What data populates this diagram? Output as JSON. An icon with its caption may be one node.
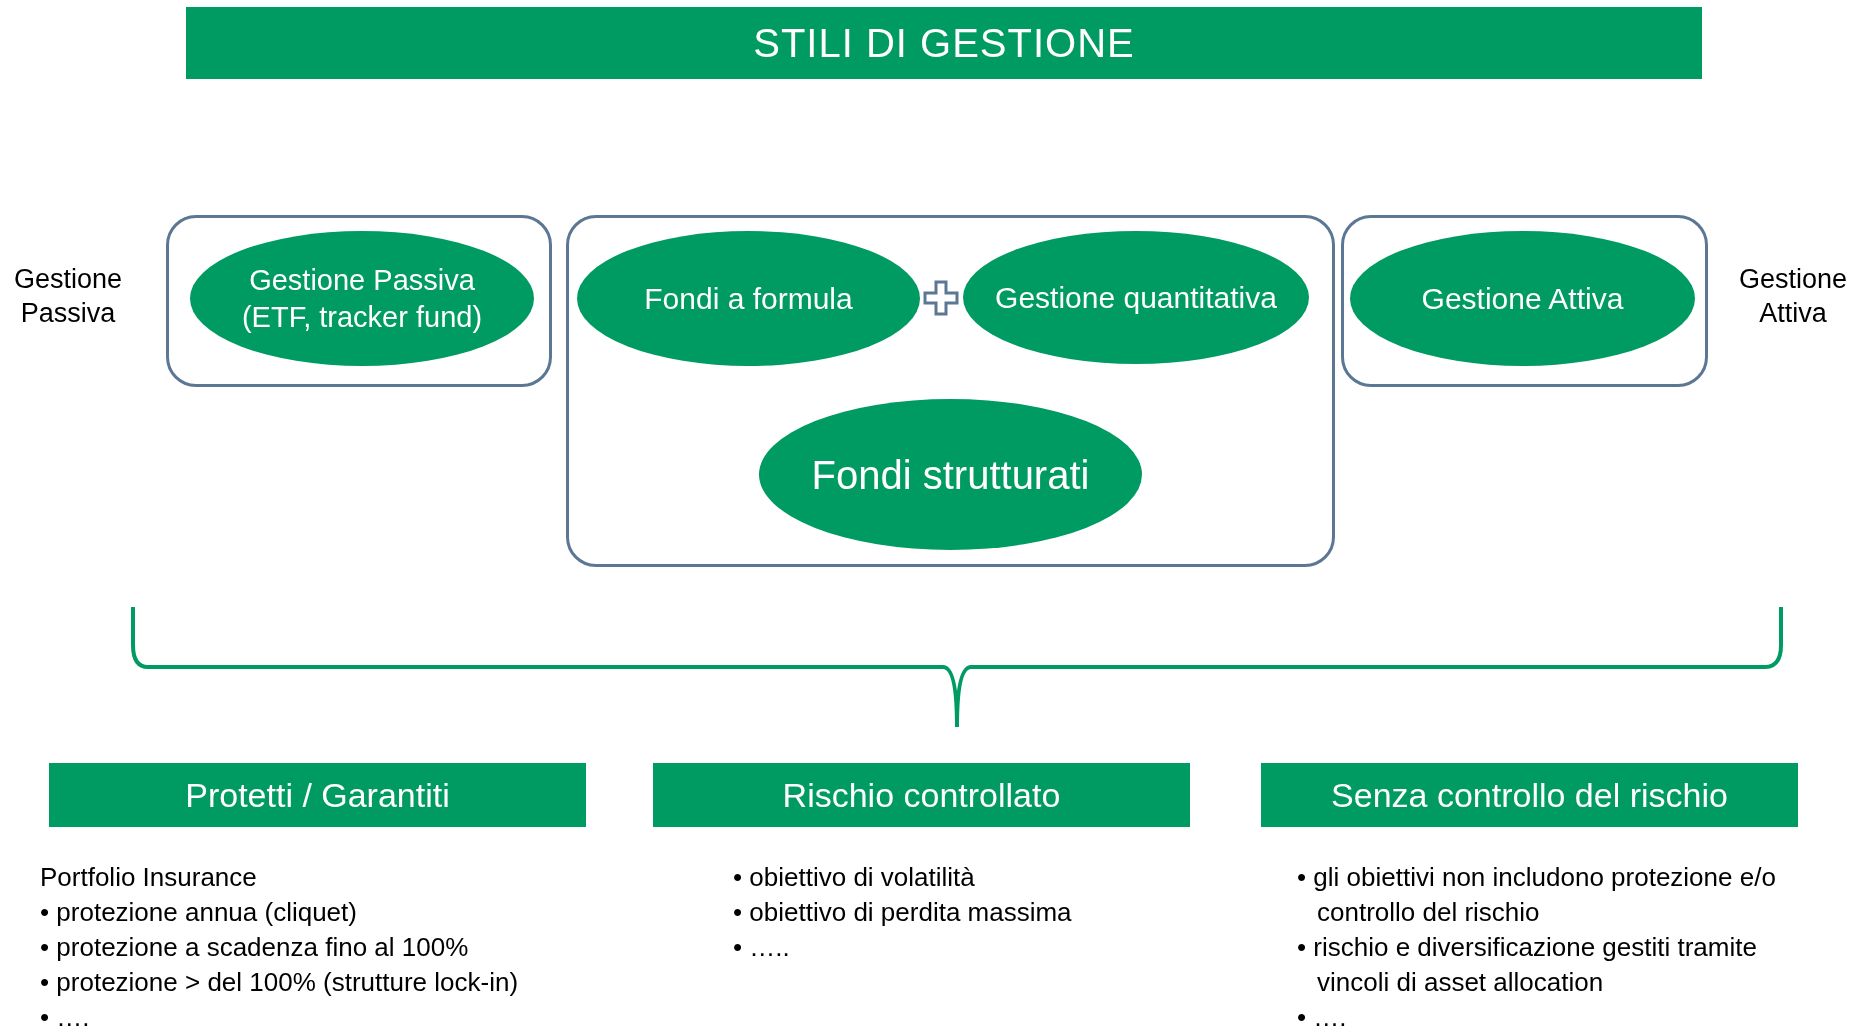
{
  "diagram": {
    "title": "STILI DI GESTIONE",
    "nodes": [
      {
        "text": [],
        "shape": "box"
      },
      {
        "text": [
          "Gestione Passiva (ETF, tracker fund)"
        ],
        "in": 0
      },
      {
        "text": [],
        "shape": "box"
      },
      {
        "text": [
          "Fondi a formula"
        ],
        "in": 2
      },
      {
        "text": [
          "Gestione quantitativa"
        ],
        "in": 2
      },
      {
        "text": [
          "Fondi strutturati"
        ],
        "in": 2
      },
      {
        "text": [],
        "shape": "box"
      },
      {
        "text": [
          "Gestione Attiva"
        ],
        "in": 6
      },
      {
        "text": [
          "Protetti / Garantiti"
        ],
        "beside": [
          "Portfolio Insurance",
          "• protezione annua (cliquet)",
          "• protezione a scadenza fino al 100%",
          "• protezione > del 100% (strutture lock-in)",
          "• …."
        ]
      },
      {
        "text": [
          "Rischio controllato"
        ],
        "beside": [
          "• obiettivo di volatilità",
          "• obiettivo di perdita massima",
          "• ….."
        ]
      },
      {
        "text": [
          "Senza controllo del rischio"
        ],
        "beside": [
          "• gli obiettivi non includono protezione e/o controllo del rischio",
          "• rischio e diversificazione gestiti tramite vincoli di asset allocation",
          "• …."
        ]
      }
    ],
    "labels": [
      "Gestione Passiva",
      "Gestione Attiva"
    ]
  }
}
